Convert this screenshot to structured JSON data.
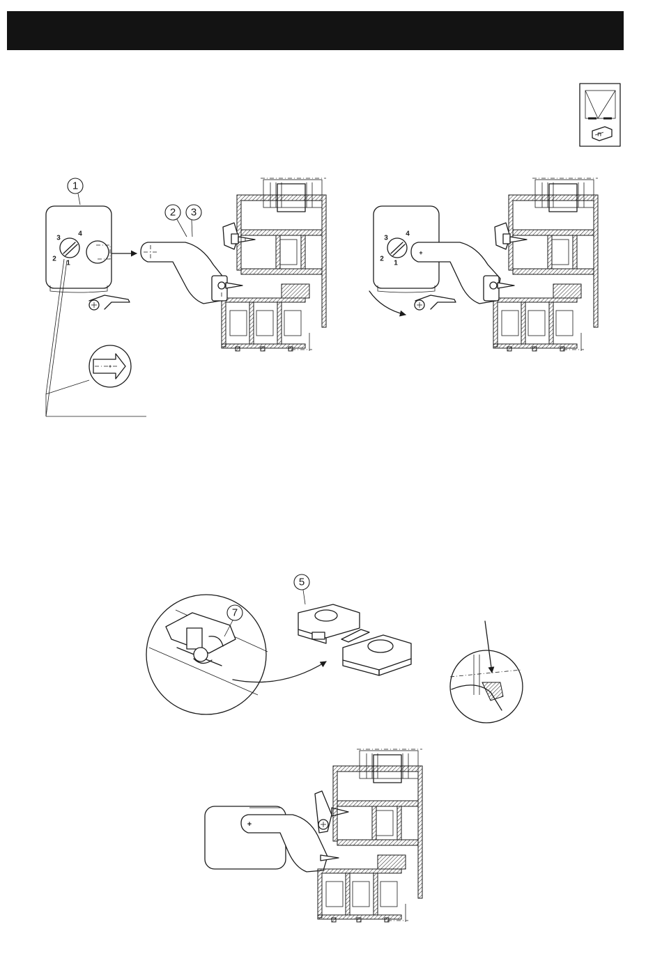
{
  "callouts": {
    "c1": "1",
    "c2": "2",
    "c3": "3",
    "c5": "5",
    "c7": "7"
  },
  "dial_labels": {
    "n1": "1",
    "n2": "2",
    "n3": "3",
    "n4": "4"
  },
  "icons": {
    "window_type": "window-opening-type-icon",
    "handle": "handle-icon"
  },
  "colors": {
    "header_bar": "#131313",
    "line": "#1a1a1a",
    "background": "#ffffff"
  }
}
